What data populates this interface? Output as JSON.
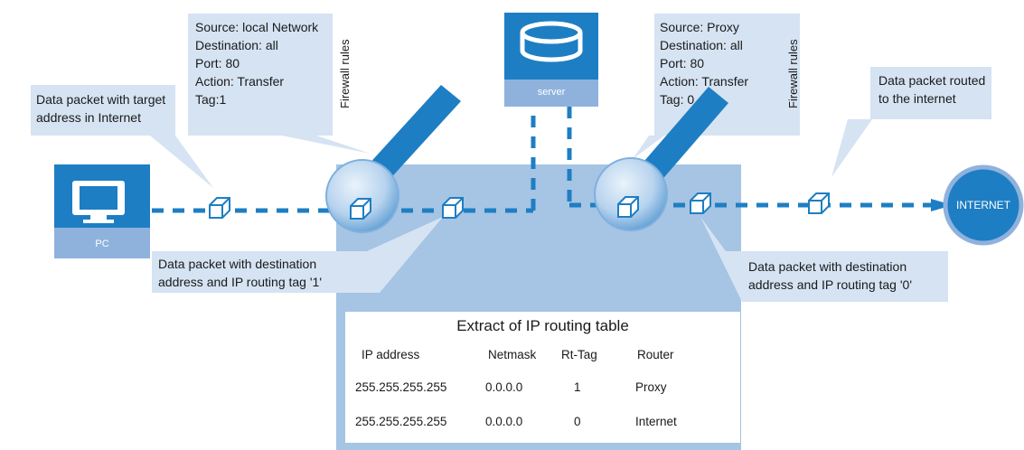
{
  "callouts": {
    "firewall_left": [
      "Source: local Network",
      "Destination: all",
      "Port: 80",
      "Action: Transfer",
      "Tag:1"
    ],
    "firewall_right": [
      "Source: Proxy",
      "Destination: all",
      "Port: 80",
      "Action: Transfer",
      "Tag: 0"
    ],
    "packet_source": [
      "Data packet with target",
      "address in Internet"
    ],
    "packet_routed": [
      "Data packet routed",
      "to the internet"
    ],
    "packet_tag1": [
      "Data packet with destination",
      "address and IP routing tag '1'"
    ],
    "packet_tag0": [
      "Data packet with destination",
      "address and IP routing tag '0'"
    ]
  },
  "firewall_labels": {
    "left": "Firewall rules",
    "right": "Firewall rules"
  },
  "devices": {
    "pc": "PC",
    "server": "server",
    "internet": "INTERNET"
  },
  "routing_table": {
    "title": "Extract of IP routing table",
    "headers": [
      "IP address",
      "Netmask",
      "Rt-Tag",
      "Router"
    ],
    "rows": [
      [
        "255.255.255.255",
        "0.0.0.0",
        "1",
        "Proxy"
      ],
      [
        "255.255.255.255",
        "0.0.0.0",
        "0",
        "Internet"
      ]
    ]
  },
  "colors": {
    "primary_blue": "#1e7ec3",
    "callout_blue": "#d5e3f3",
    "router_area": "#a6c4e4",
    "device_bar": "#8fb2dd"
  },
  "icons": [
    "monitor-icon",
    "database-icon",
    "packet-cube-icon",
    "firewall-lens-icon",
    "globe-icon"
  ]
}
